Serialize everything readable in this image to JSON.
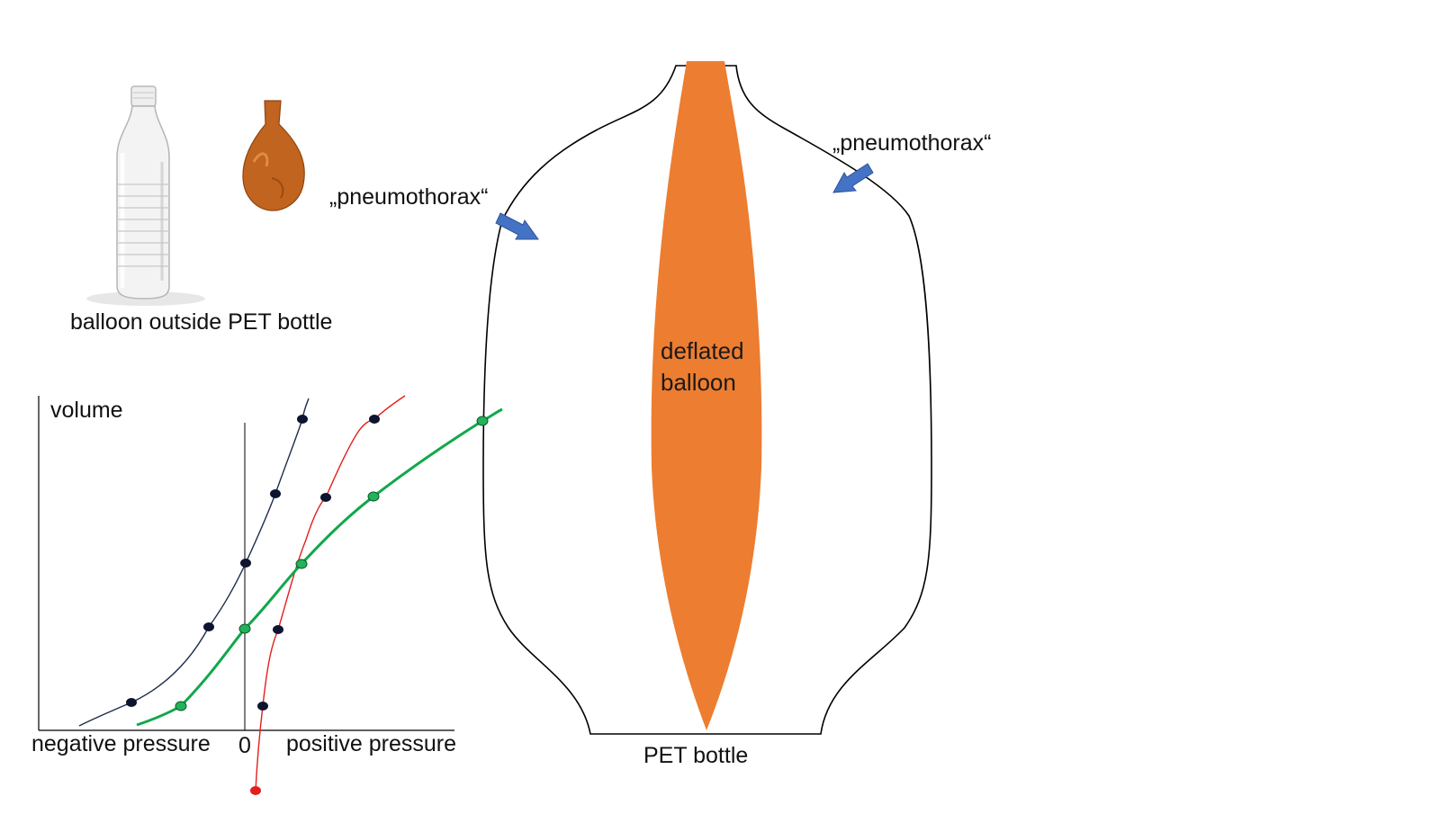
{
  "photo_caption": "balloon outside PET bottle",
  "bottle_diagram": {
    "balloon_label_line1": "deflated",
    "balloon_label_line2": "balloon",
    "pneumothorax_left": "„pneumothorax“",
    "pneumothorax_right": "„pneumothorax“",
    "bottle_label": "PET bottle"
  },
  "colors": {
    "balloon_fill": "#ED7D31",
    "arrow_fill": "#4472C4",
    "curve_navy": "#1F2D4D",
    "curve_red": "#E3201B",
    "curve_green": "#11A84B",
    "point_navy": "#0D1430",
    "point_green": "#22B35A",
    "outline": "#000000"
  },
  "icons": [
    "pet-bottle-photo",
    "deflated-balloon-photo",
    "pneumothorax-arrow-icon"
  ],
  "chart_data": {
    "type": "line",
    "ylabel": "volume",
    "xlabel_left": "negative pressure",
    "xlabel_center": "0",
    "xlabel_right": "positive pressure",
    "series": [
      {
        "color": "navy",
        "values_note": "",
        "points": [
          [
            -3.2,
            0.5
          ],
          [
            -1.0,
            2.5
          ],
          [
            0.0,
            4.7
          ],
          [
            0.8,
            6.9
          ],
          [
            1.5,
            9.2
          ]
        ]
      },
      {
        "color": "red",
        "points": [
          [
            0.5,
            -2.0
          ],
          [
            0.5,
            0.5
          ],
          [
            0.9,
            2.5
          ],
          [
            2.2,
            6.7
          ],
          [
            3.5,
            9.2
          ]
        ]
      },
      {
        "color": "green",
        "points": [
          [
            -1.8,
            0.5
          ],
          [
            0.0,
            2.5
          ],
          [
            1.6,
            4.7
          ],
          [
            3.5,
            6.9
          ],
          [
            6.6,
            9.2
          ]
        ]
      }
    ]
  }
}
